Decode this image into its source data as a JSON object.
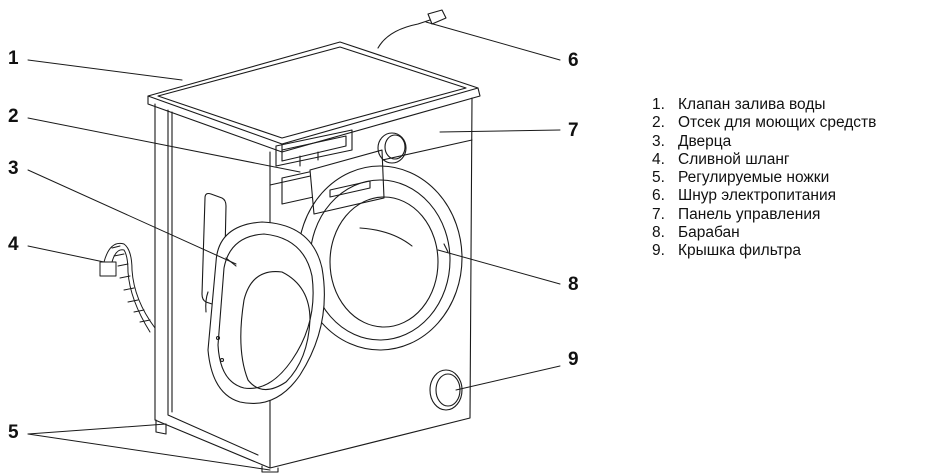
{
  "callouts": [
    "1",
    "2",
    "3",
    "4",
    "5",
    "6",
    "7",
    "8",
    "9"
  ],
  "legend": [
    {
      "num": "1.",
      "label": "Клапан залива воды"
    },
    {
      "num": "2.",
      "label": "Отсек для моющих средств"
    },
    {
      "num": "3.",
      "label": "Дверца"
    },
    {
      "num": "4.",
      "label": "Сливной шланг"
    },
    {
      "num": "5.",
      "label": "Регулируемые ножки"
    },
    {
      "num": "6.",
      "label": "Шнур электропитания"
    },
    {
      "num": "7.",
      "label": "Панель управления"
    },
    {
      "num": "8.",
      "label": "Барабан"
    },
    {
      "num": "9.",
      "label": "Крышка фильтра"
    }
  ],
  "colors": {
    "line": "#1a1a1a",
    "text": "#111111"
  }
}
